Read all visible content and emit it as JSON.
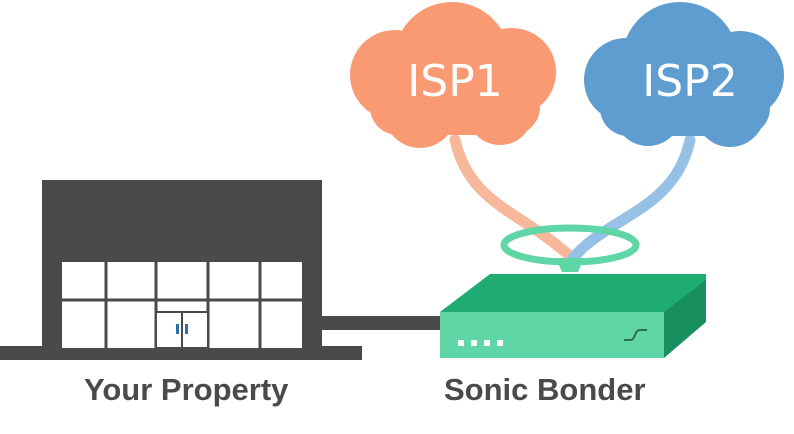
{
  "isps": [
    {
      "label": "ISP1",
      "color": "#f99a73",
      "line_color": "#f7b79b"
    },
    {
      "label": "ISP2",
      "color": "#5f9dd0",
      "line_color": "#96c0e6"
    }
  ],
  "property": {
    "label": "Your Property",
    "wall_color": "#4a4a4a"
  },
  "bonder": {
    "label": "Sonic Bonder",
    "body_color": "#1fac73",
    "front_color": "#5fd6a6"
  },
  "colors": {
    "caption": "#4a4a4a",
    "cable": "#4a4a4a"
  }
}
